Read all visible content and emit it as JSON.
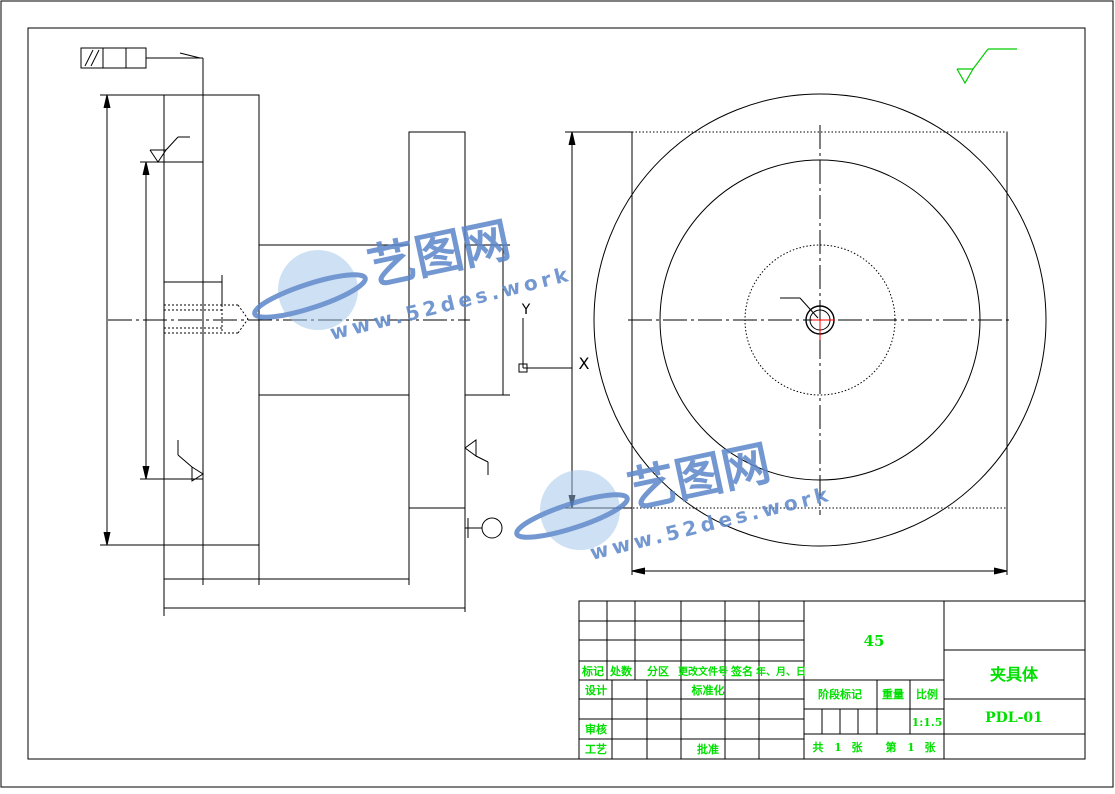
{
  "colors": {
    "line": "#000000",
    "titleblock_text": "#00e000",
    "watermark": "#5b86c8",
    "watermark_light": "#9ec3ea",
    "hole_red": "#ff0000"
  },
  "annotations": {
    "axis_y": "Y",
    "axis_x": "X",
    "roughness_symbol": "√"
  },
  "watermark": {
    "brand": "艺图网",
    "url": "www.52des.work"
  },
  "title_block": {
    "material": "45",
    "part_name": "夹具体",
    "drawing_number": "PDL-01",
    "scale": "1:1.5",
    "col_headers": [
      "标记",
      "处数",
      "分区",
      "更改文件号",
      "签名",
      "年、月、日"
    ],
    "design": "设计",
    "standardization": "标准化",
    "review": "审核",
    "process": "工艺",
    "approve": "批准",
    "stage_mark": "阶段标记",
    "weight": "重量",
    "scale_label": "比例",
    "total_prefix": "共",
    "total_count": "1",
    "total_suffix": "张",
    "sheet_prefix": "第",
    "sheet_count": "1",
    "sheet_suffix": "张"
  }
}
